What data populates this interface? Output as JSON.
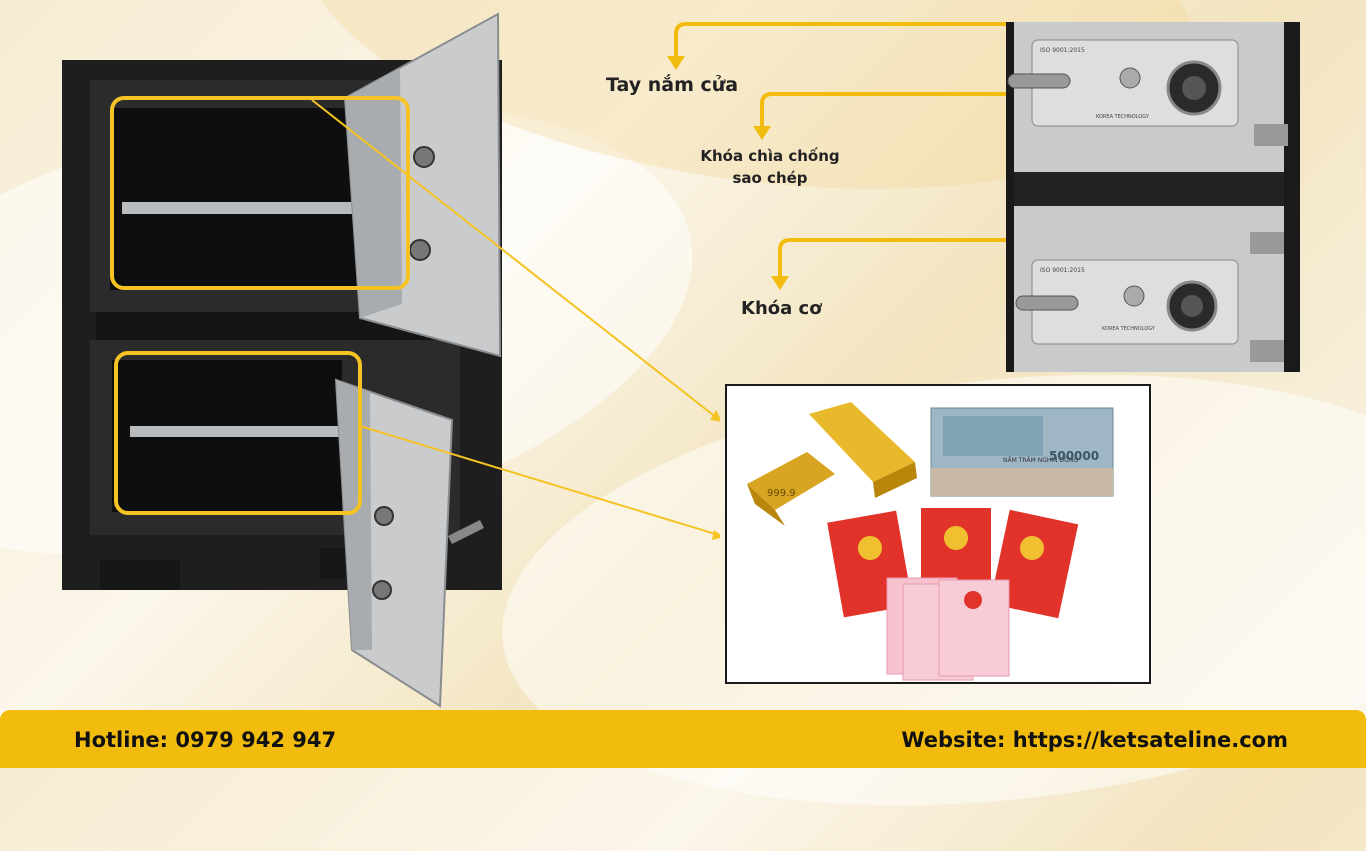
{
  "labels": {
    "handle": "Tay nắm cửa",
    "key_lock_line1": "Khóa chìa chống",
    "key_lock_line2": "sao chép",
    "mechanical_lock": "Khóa cơ"
  },
  "dial_plate": {
    "iso_top": "ISO 9001:2015",
    "iso_bottom": "ISO 9001:2015",
    "brand_top": "KOREA TECHNOLOGY",
    "brand_bottom": "KOREA TECHNOLOGY"
  },
  "valuables": {
    "gold_mark": "999.9",
    "banknote_value": "500000",
    "banknote_text": "NĂM TRĂM NGHÌN ĐỒNG"
  },
  "footer": {
    "hotline": "Hotline: 0979 942 947",
    "website": "Website: https://ketsateline.com"
  },
  "colors": {
    "accent": "#f2bc0e",
    "highlight_frame": "#f5c424",
    "safe_body": "#1e1e1e",
    "safe_door": "#c9cbcd"
  }
}
